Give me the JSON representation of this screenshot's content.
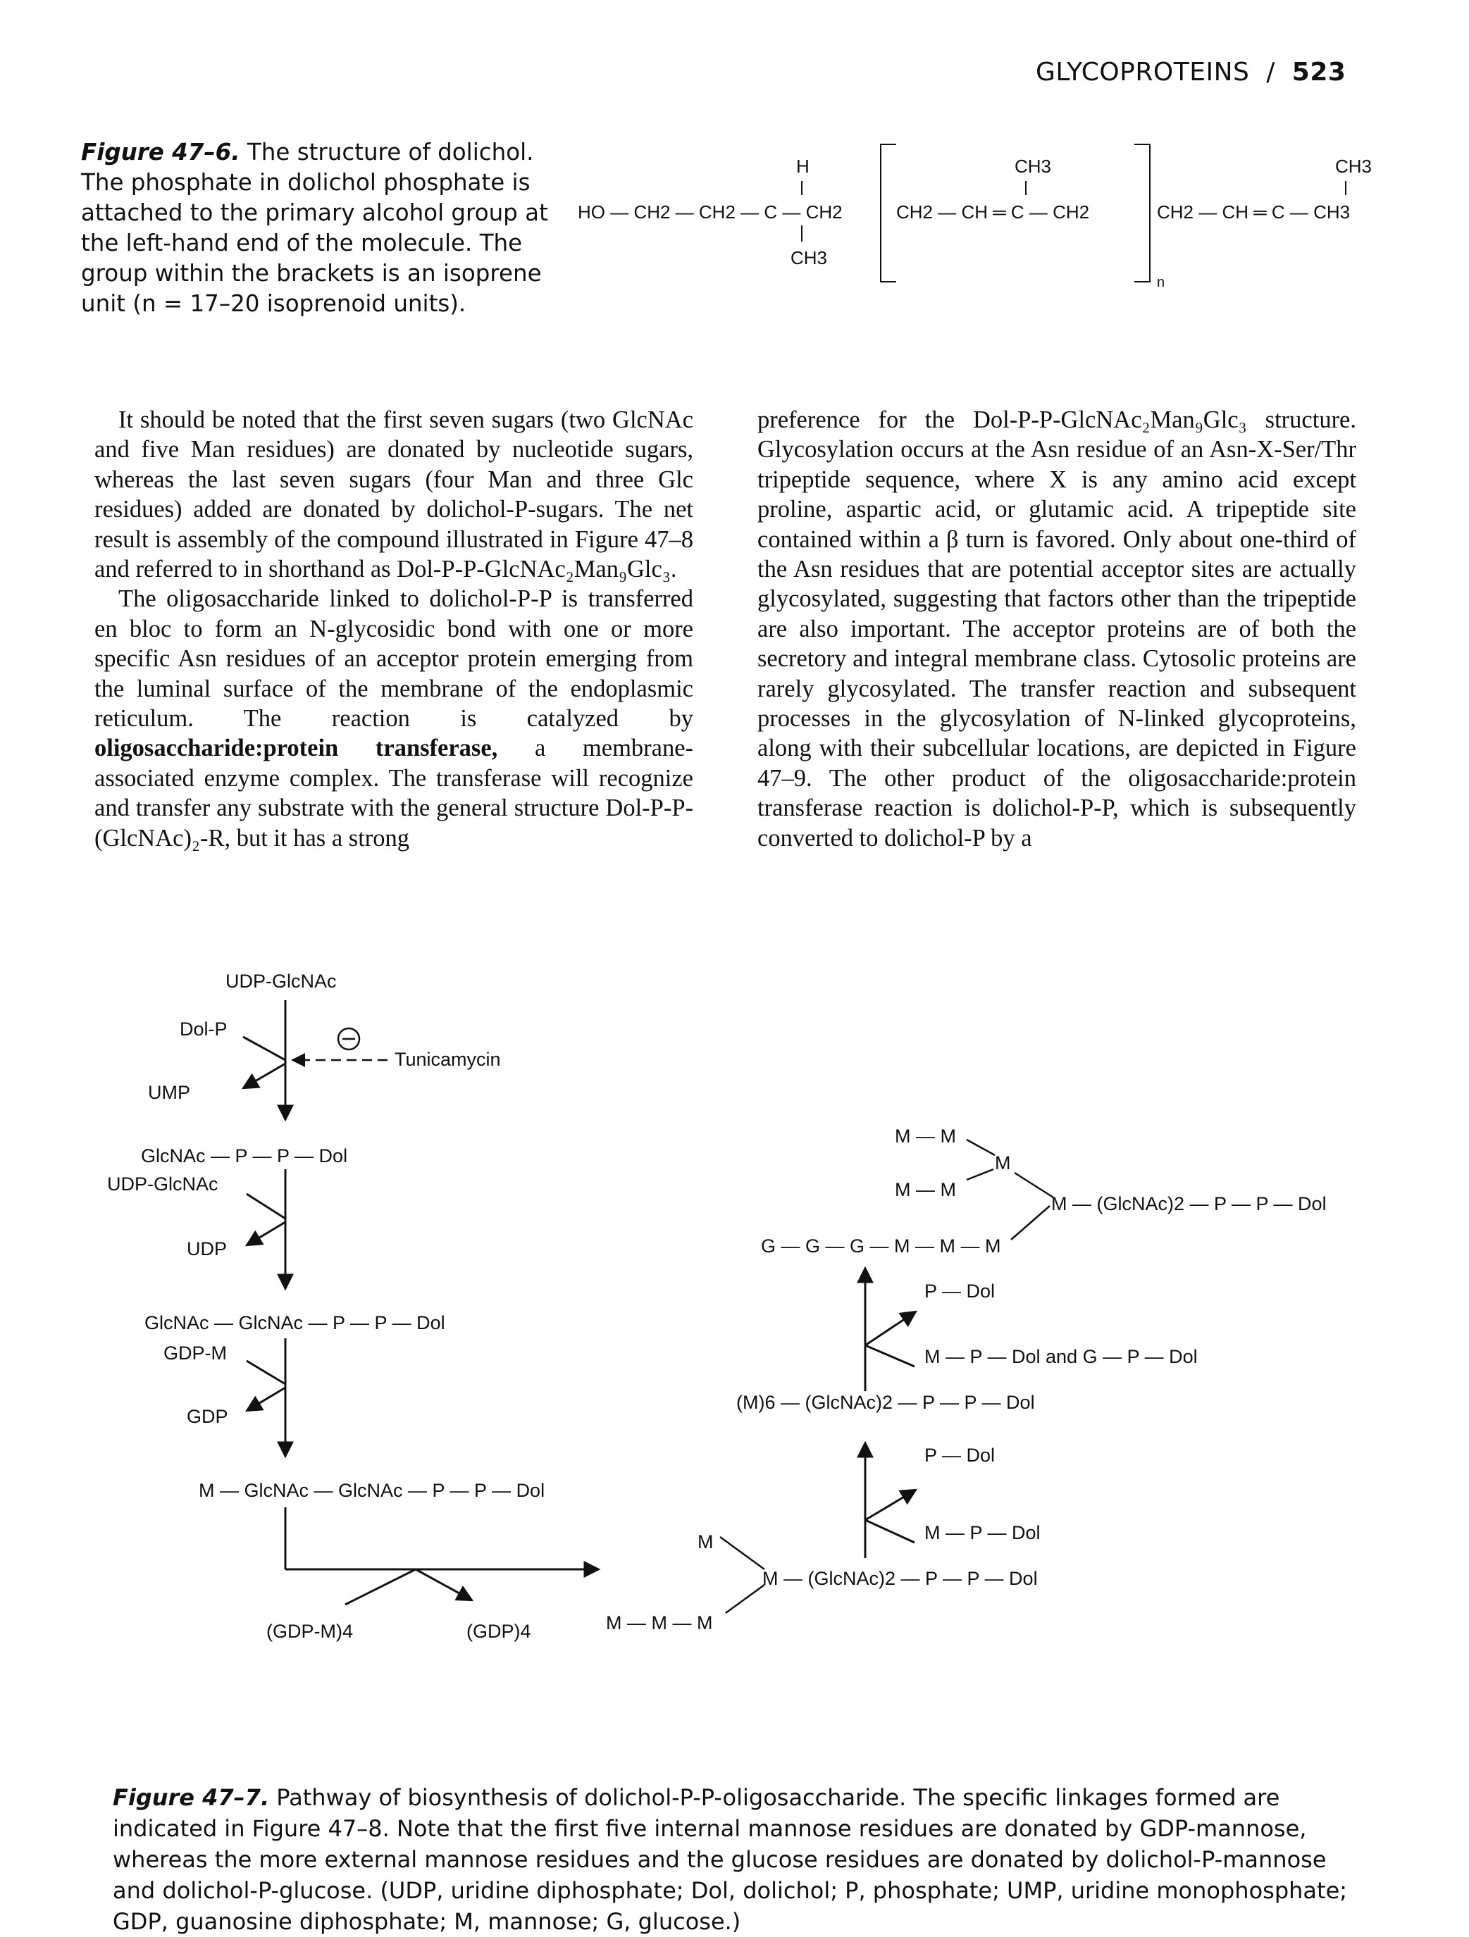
{
  "running_head": {
    "title": "GLYCOPROTEINS",
    "separator": "/",
    "page": "523"
  },
  "figure_6": {
    "label": "Figure 47–6.",
    "caption": "The structure of dolichol. The phosphate in dolichol phosphate is attached to the primary alcohol group at the left-hand end of the molecule. The group within the brackets is an isoprene unit (n = 17–20 isoprenoid units).",
    "structure": {
      "H": "H",
      "CH3": "CH3",
      "chain_start": "HO — CH2 — CH2 — C — CH2",
      "repeat": "CH2 — CH ═ C — CH2",
      "chain_end": "CH2 — CH ═ C — CH3",
      "n": "n"
    }
  },
  "body": {
    "left": [
      "It should be noted that the first seven sugars (two GlcNAc and five Man residues) are donated by nucleotide sugars, whereas the last seven sugars (four Man and three Glc residues) added are donated by dolichol-P-sugars. The net result is assembly of the compound illustrated in Figure 47–8 and referred to in shorthand as Dol-P-P-GlcNAc₂Man₉Glc₃.",
      "The oligosaccharide linked to dolichol-P-P is transferred en bloc to form an N-glycosidic bond with one or more specific Asn residues of an acceptor protein emerging from the luminal surface of the membrane of the endoplasmic reticulum. The reaction is catalyzed by",
      "oligosaccharide:protein transferase,",
      "a membrane-associated enzyme complex. The transferase will recognize and transfer any substrate with the general structure Dol-P-P-(GlcNAc)₂-R, but it has a strong"
    ],
    "right": "preference for the Dol-P-P-GlcNAc₂Man₉Glc₃ structure. Glycosylation occurs at the Asn residue of an Asn-X-Ser/Thr tripeptide sequence, where X is any amino acid except proline, aspartic acid, or glutamic acid. A tripeptide site contained within a β turn is favored. Only about one-third of the Asn residues that are potential acceptor sites are actually glycosylated, suggesting that factors other than the tripeptide are also important. The acceptor proteins are of both the secretory and integral membrane class. Cytosolic proteins are rarely glycosylated. The transfer reaction and subsequent processes in the glycosylation of N-linked glycoproteins, along with their subcellular locations, are depicted in Figure 47–9. The other product of the oligosaccharide:protein transferase reaction is dolichol-P-P, which is subsequently converted to dolichol-P by a"
  },
  "figure_7": {
    "label": "Figure 47–7.",
    "caption": "Pathway of biosynthesis of dolichol-P-P-oligosaccharide. The specific linkages formed are indicated in Figure 47–8. Note that the first five internal mannose residues are donated by GDP-mannose, whereas the more external mannose residues and the glucose residues are donated by dolichol-P-mannose and dolichol-P-glucose. (UDP, uridine diphosphate; Dol, dolichol; P, phosphate; UMP, uridine monophosphate; GDP, guanosine diphosphate; M, mannose; G, glucose.)",
    "labels": {
      "udp_glcnac_top": "UDP-GlcNAc",
      "dol_p": "Dol-P",
      "inhibit": "−",
      "tunicamycin": "Tunicamycin",
      "ump": "UMP",
      "glcnac_ppdol": "GlcNAc — P — P — Dol",
      "udp_glcnac_2": "UDP-GlcNAc",
      "udp": "UDP",
      "glcnac2_ppdol": "GlcNAc — GlcNAc — P — P — Dol",
      "gdp_m": "GDP-M",
      "gdp": "GDP",
      "m_glcnac2_ppdol": "M — GlcNAc — GlcNAc — P — P — Dol",
      "gdp_m4": "(GDP-M)4",
      "gdp4": "(GDP)4",
      "m_branch": "M",
      "mmm": "M — M — M",
      "m5_core": "M — (GlcNAc)2 — P — P — Dol",
      "p_dol_1": "P — Dol",
      "m_p_dol": "M — P — Dol",
      "m6": "(M)6 — (GlcNAc)2 — P — P — Dol",
      "p_dol_2": "P — Dol",
      "m_p_dol_and": "M — P — Dol and G — P — Dol",
      "gggmmm": "G — G — G — M — M — M",
      "mm_top": "M — M",
      "m_mid": "M",
      "mm_bot": "M — M",
      "final": "M — (GlcNAc)2 — P — P — Dol"
    }
  }
}
